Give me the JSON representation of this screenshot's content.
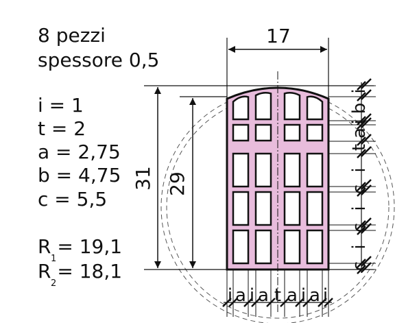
{
  "notes": {
    "pieces": "8 pezzi",
    "thickness": "spessore 0,5"
  },
  "params": [
    {
      "label": "i = 1"
    },
    {
      "label": "t = 2"
    },
    {
      "label": "a = 2,75"
    },
    {
      "label": "b = 4,75"
    },
    {
      "label": "c = 5,5"
    }
  ],
  "radii": [
    {
      "symbol": "R",
      "sub": "1",
      "rest": " = 19,1"
    },
    {
      "symbol": "R",
      "sub": "2",
      "rest": " = 18,1"
    }
  ],
  "dimensions": {
    "width": "17",
    "overall_height": "31",
    "side_height": "29"
  },
  "bottom_labels": [
    "i",
    "a",
    "i",
    "a",
    "t",
    "a",
    "i",
    "a",
    "i"
  ],
  "right_labels": [
    "i",
    "b",
    "i",
    "a",
    "t",
    "i",
    "c",
    "i",
    "c",
    "i",
    "c",
    "i"
  ],
  "colors": {
    "fill": "#e8bcdc",
    "stroke": "#111111"
  }
}
